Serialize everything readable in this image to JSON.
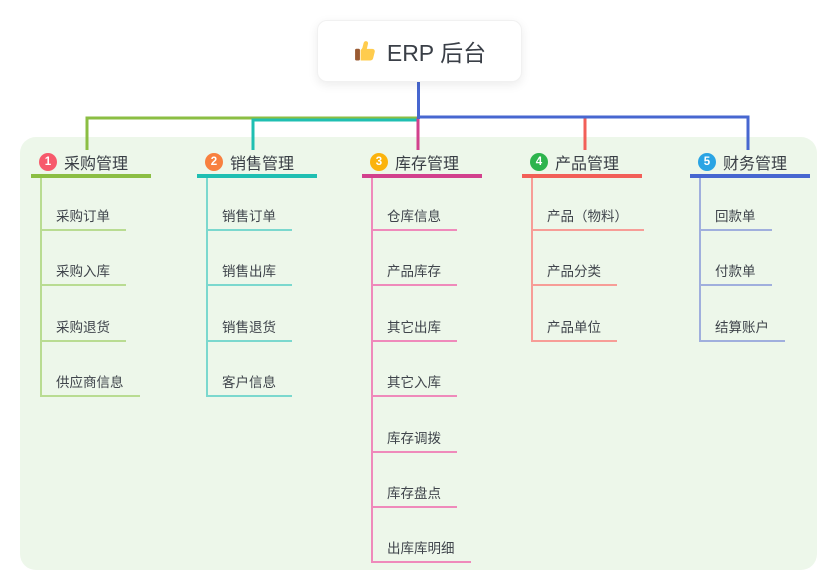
{
  "root": {
    "label": "ERP 后台",
    "icon": "thumbs-up-icon"
  },
  "connector_color": "#4767D0",
  "branches": [
    {
      "num": "1",
      "label": "采购管理",
      "color": "#8BBE43",
      "light": "#B9DC92",
      "badge": "#F75A6C",
      "children": [
        "采购订单",
        "采购入库",
        "采购退货",
        "供应商信息"
      ]
    },
    {
      "num": "2",
      "label": "销售管理",
      "color": "#1FBFB2",
      "light": "#7BD8CE",
      "badge": "#F8803F",
      "children": [
        "销售订单",
        "销售出库",
        "销售退货",
        "客户信息"
      ]
    },
    {
      "num": "3",
      "label": "库存管理",
      "color": "#D2418D",
      "light": "#EF8ABB",
      "badge": "#FBB30D",
      "children": [
        "仓库信息",
        "产品库存",
        "其它出库",
        "其它入库",
        "库存调拨",
        "库存盘点",
        "出库库明细"
      ]
    },
    {
      "num": "4",
      "label": "产品管理",
      "color": "#F25F58",
      "light": "#F79D97",
      "badge": "#2DB44D",
      "children": [
        "产品（物料）",
        "产品分类",
        "产品单位"
      ]
    },
    {
      "num": "5",
      "label": "财务管理",
      "color": "#4767D0",
      "light": "#A0AFDD",
      "badge": "#2AA4E4",
      "children": [
        "回款单",
        "付款单",
        "结算账户"
      ]
    }
  ]
}
